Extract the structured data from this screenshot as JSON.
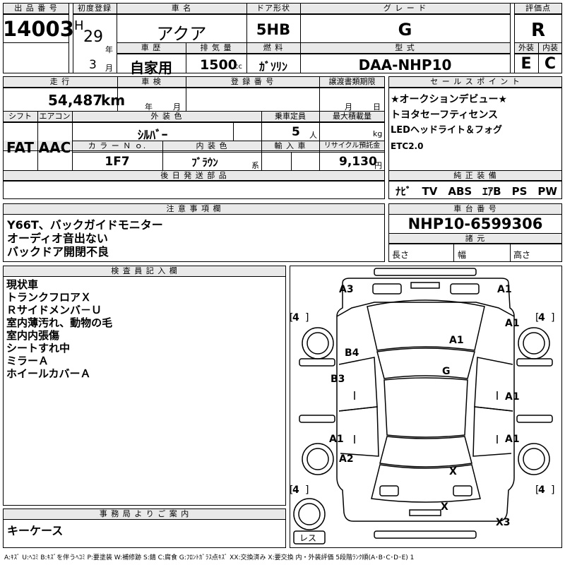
{
  "header": {
    "lot_no_label": "出 品 番 号",
    "lot_no": "14003",
    "first_reg_label": "初度登録",
    "era": "H",
    "year": "29",
    "year_unit": "年",
    "month": "3",
    "month_unit": "月",
    "car_name_label": "車 名",
    "car_name": "アクア",
    "door_label": "ドア形状",
    "door": "5HB",
    "grade_label": "グ レ ー ド",
    "grade": "G",
    "score_label": "評価点",
    "score": "R",
    "history_label": "車 歴",
    "history": "自家用",
    "displacement_label": "排 気 量",
    "displacement": "1500",
    "displacement_unit": "cc",
    "fuel_label": "燃 料",
    "fuel": "ｶﾞｿﾘﾝ",
    "model_label": "型 式",
    "model": "DAA-NHP10",
    "ext_label": "外装",
    "int_label": "内装",
    "ext_grade": "E",
    "int_grade": "C"
  },
  "info": {
    "mileage_label": "走 行",
    "mileage": "54,487",
    "mileage_unit": "km",
    "inspection_label": "車 検",
    "inspection_year_unit": "年",
    "inspection_month_unit": "月",
    "reg_no_label": "登 録 番 号",
    "transfer_label": "譲渡書類期限",
    "transfer_month_unit": "月",
    "transfer_day_unit": "日",
    "shift_label": "シフト",
    "shift": "FAT",
    "ac_label": "エアコン",
    "ac": "AAC",
    "ext_color_label": "外 装 色",
    "ext_color": "ｼﾙﾊﾞｰ",
    "capacity_label": "乗車定員",
    "capacity": "5",
    "capacity_unit": "人",
    "max_load_label": "最大積載量",
    "max_load_unit": "kg",
    "color_no_label": "カ ラ ー Ｎ ｏ.",
    "color_no": "1F7",
    "int_color_label": "内 装 色",
    "int_color": "ﾌﾞﾗｳﾝ",
    "int_color_unit": "系",
    "import_label": "輸 入 車",
    "recycle_label": "リサイクル預託金",
    "recycle": "9,130",
    "recycle_unit": "円",
    "later_parts_label": "後 日 発 送 部 品"
  },
  "sales": {
    "label": "セ ー ル ス ポ イ ン ト",
    "lines": [
      "★オークションデビュー★",
      "トヨタセーフティセンス",
      "LEDヘッドライト＆フォグ",
      "ETC2.0"
    ],
    "equipment_label": "純 正 装 備",
    "equipment": "ﾅﾋﾞ　TV　ABS　ｴｱB　PS　PW"
  },
  "notes": {
    "label": "注 意 事 項 欄",
    "lines": [
      "Y66T、バックガイドモニター",
      "オーディオ音出ない",
      "バックドア開閉不良"
    ]
  },
  "chassis": {
    "label": "車 台 番 号",
    "value": "NHP10-6599306",
    "spec_label": "諸 元",
    "length_label": "長さ",
    "width_label": "幅",
    "height_label": "高さ"
  },
  "inspector": {
    "label": "検 査 員 記 入 欄",
    "lines": [
      "現状車",
      "トランクフロアＸ",
      "Ｒサイドメンバ－Ｕ",
      "室内薄汚れ、動物の毛",
      "室内内張傷",
      "シートすれ中",
      "ミラーＡ",
      "ホイールカバーＡ"
    ]
  },
  "office": {
    "label": "事 務 局 よ り ご 案 内",
    "text": "キーケース"
  },
  "diagram": {
    "tire_values": [
      "4",
      "4",
      "4",
      "4"
    ],
    "spare_label": "レス",
    "marks": {
      "a3": "A3",
      "a1_front_right": "A1",
      "a1_right_front_fender": "A1",
      "a1_bonnet": "A1",
      "b4": "B4",
      "g": "G",
      "b3": "B3",
      "a1_right_front_door": "A1",
      "a1_left_rear": "A1",
      "a1_right_rear": "A1",
      "a2": "A2",
      "x_roof": "X",
      "x_trunk": "X",
      "x3": "X3"
    }
  },
  "legend": "A:ｷｽﾞ U:ﾍｺﾐ B:ｷｽﾞを伴うﾍｺﾐ P:要塗装 W:補修跡 S:錆 C:腐食 G:ﾌﾛﾝﾄｶﾞﾗｽ点ｷｽﾞ XX:交換済み X:要交換 内・外装評価 5段階ﾗﾝｸ順(A･B･C･D･E) 1"
}
